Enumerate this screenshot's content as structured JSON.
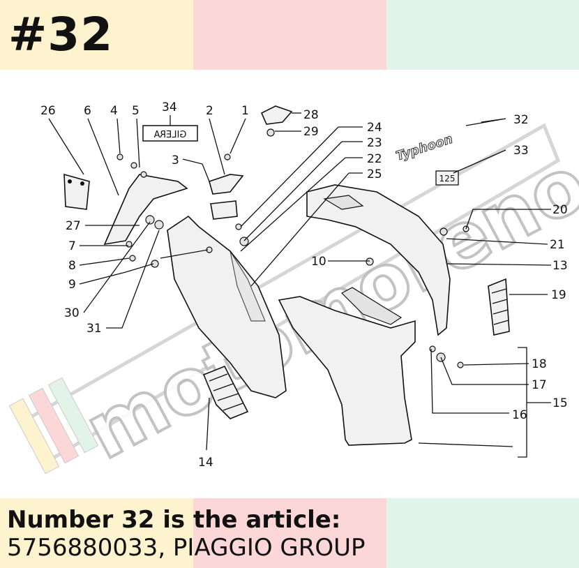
{
  "title": "#32",
  "caption": {
    "line1": "Number 32 is the article:",
    "line2": "5756880033, PIAGGIO GROUP"
  },
  "diagram": {
    "part_numbers": [
      "26",
      "6",
      "4",
      "5",
      "34",
      "2",
      "1",
      "28",
      "29",
      "24",
      "23",
      "22",
      "25",
      "32",
      "33",
      "3",
      "27",
      "7",
      "8",
      "9",
      "30",
      "31",
      "10",
      "20",
      "21",
      "13",
      "19",
      "18",
      "17",
      "16",
      "15",
      "14"
    ],
    "badge_gilera": "GILERA",
    "badge_125": "125",
    "badge_typhoon": "Typhoon",
    "watermark": "motomoreno"
  },
  "colors": {
    "band_yellow": "#fdf3cf",
    "band_pink": "#fbd7d7",
    "band_green": "#e2f3ea"
  }
}
